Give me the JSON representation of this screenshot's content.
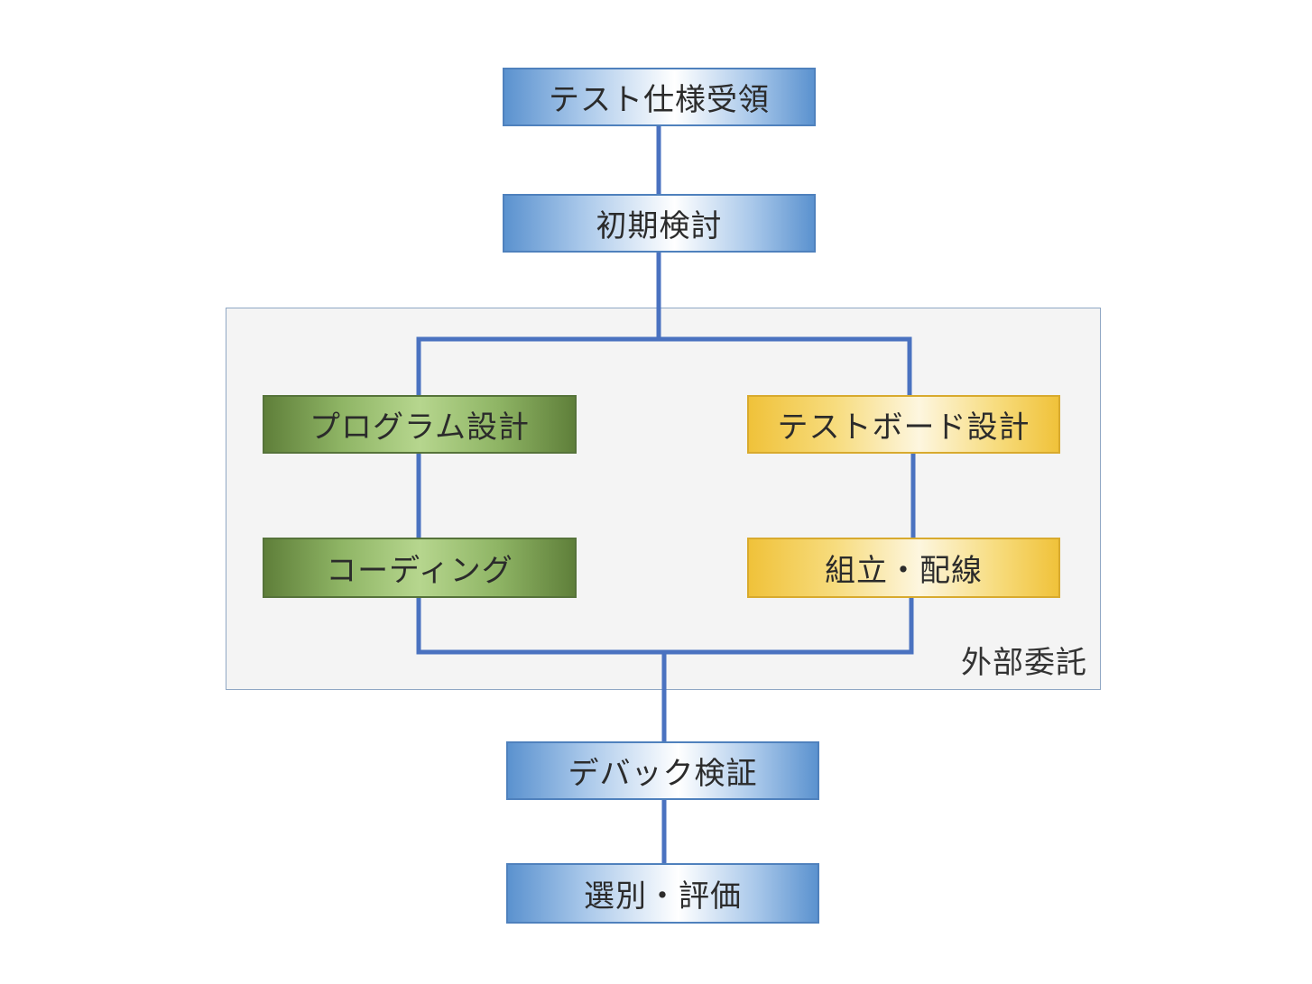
{
  "nodes": {
    "test_spec": "テスト仕様受領",
    "initial_review": "初期検討",
    "program_design": "プログラム設計",
    "coding": "コーディング",
    "testboard_design": "テストボード設計",
    "assembly_wiring": "組立・配線",
    "debug_verification": "デバック検証",
    "sorting_evaluation": "選別・評価"
  },
  "group": {
    "label": "外部委託"
  },
  "colors": {
    "connector": "#4a72c0",
    "process_blue": "#5b92cf",
    "process_green": "#7aa14f",
    "process_yellow": "#f0c23a",
    "group_background": "#f4f4f4",
    "group_border": "#8fa7c4"
  }
}
